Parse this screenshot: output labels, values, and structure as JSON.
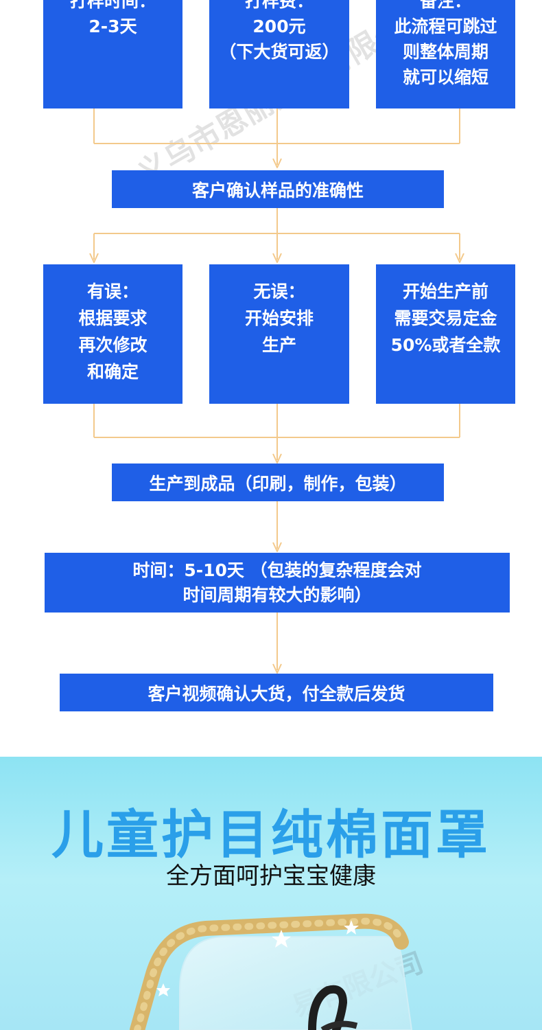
{
  "top_boxes": [
    {
      "lines": [
        "打样时间：",
        "2-3天"
      ]
    },
    {
      "lines": [
        "打样费：",
        "200元",
        "（下大货可返）"
      ]
    },
    {
      "lines": [
        "备注：",
        "此流程可跳过",
        "则整体周期",
        "就可以缩短"
      ]
    }
  ],
  "step_confirm": "客户确认样品的准确性",
  "mid_boxes": [
    {
      "lines": [
        "有误：",
        "根据要求",
        "再次修改",
        "和确定"
      ]
    },
    {
      "lines": [
        "无误：",
        "开始安排",
        "生产"
      ]
    },
    {
      "lines": [
        "开始生产前",
        "需要交易定金",
        "50%或者全款"
      ]
    }
  ],
  "step_produce": "生产到成品（印刷，制作，包装）",
  "step_time": [
    "时间：5-10天 （包装的复杂程度会对",
    "时间周期有较大的影响）"
  ],
  "step_ship": "客户视频确认大货，付全款后发货",
  "watermark_text": "义乌市恩丽贸易有限公司",
  "hero": {
    "title": "儿童护目纯棉面罩",
    "subtitle": "全方面呵护宝宝健康",
    "watermark": "易有限公司"
  },
  "colors": {
    "box": "#1f5fe7",
    "connector": "#f3c98b",
    "hero_title": "#2a9fe9"
  }
}
